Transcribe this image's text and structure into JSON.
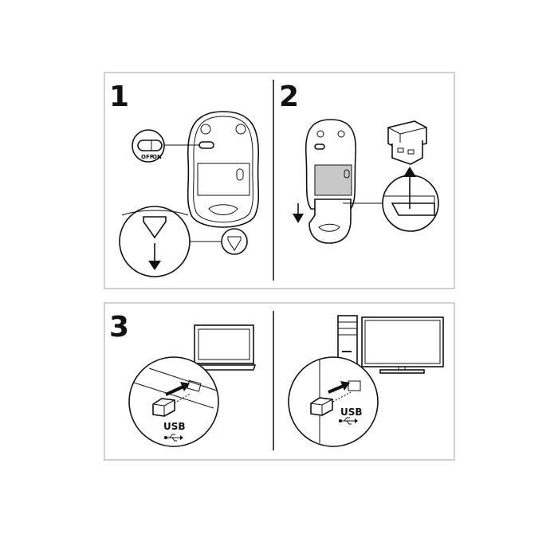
{
  "steps": [
    {
      "number": "1",
      "switch_labels": {
        "off": "OFF",
        "on": "ON"
      }
    },
    {
      "number": "2"
    },
    {
      "number": "3",
      "port_label": "USB",
      "port_label_2": "USB",
      "usb_icon": "usb-trident-icon"
    }
  ],
  "colors": {
    "frame": "#b5b5b5",
    "line": "#111111",
    "cover_fill": "#c8c8c8"
  }
}
